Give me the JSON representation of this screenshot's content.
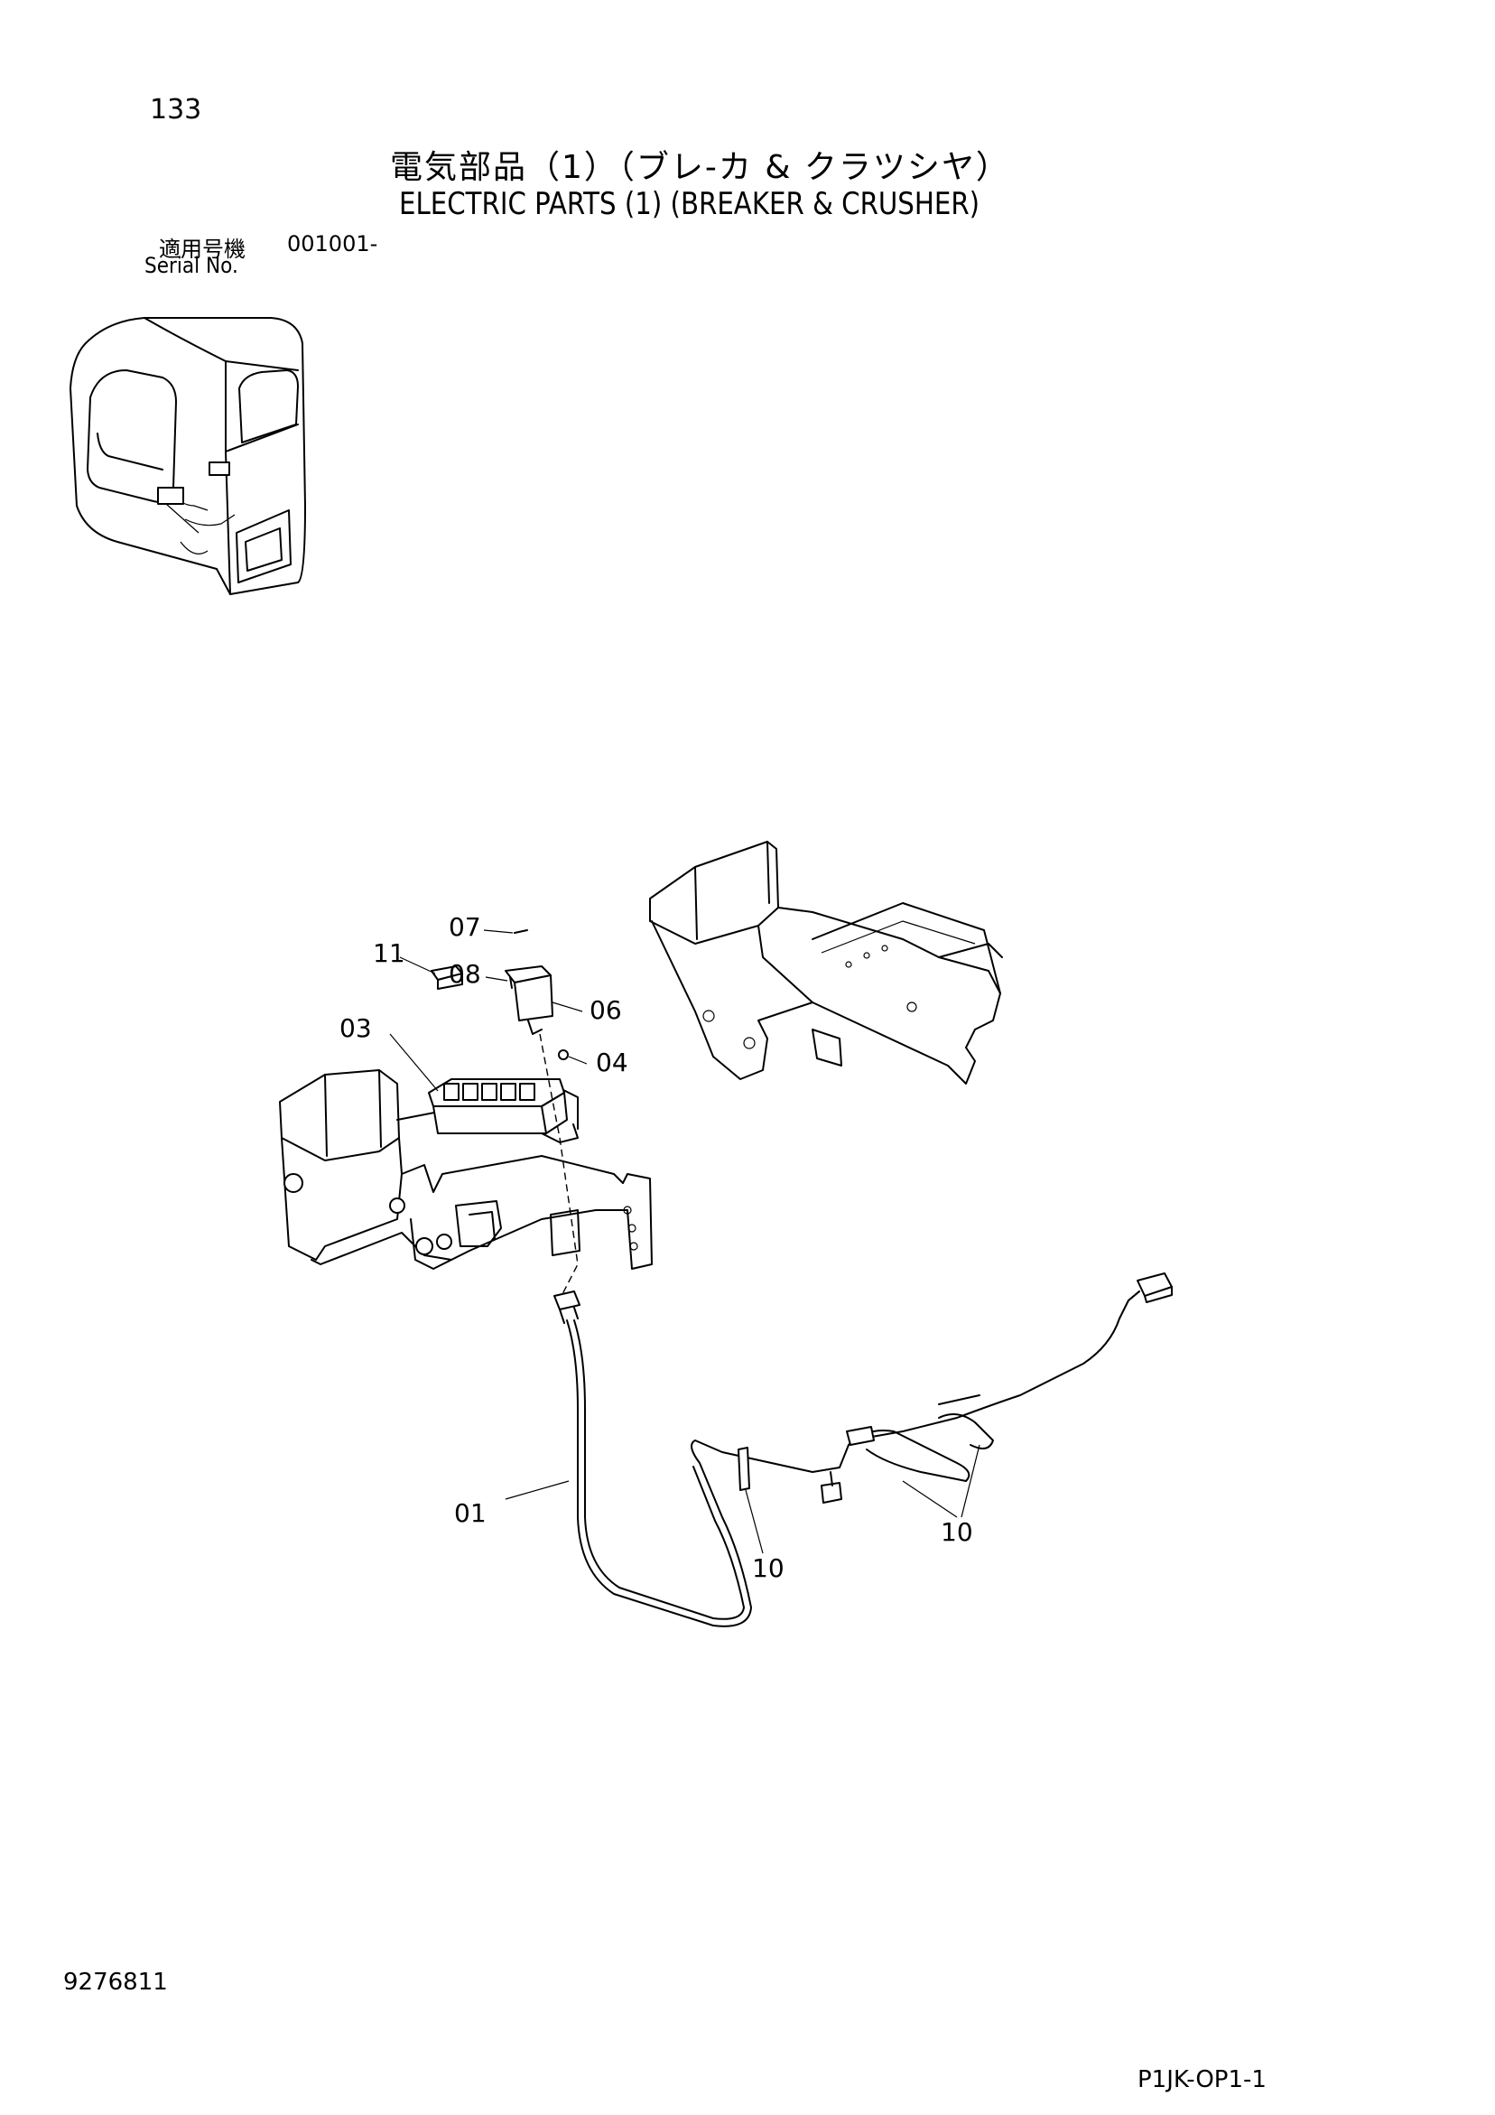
{
  "page_number": "133",
  "title_jp": "電気部品（1）（ブレ-カ & クラツシヤ）",
  "title_en": "ELECTRIC PARTS (1) (BREAKER & CRUSHER)",
  "serial": {
    "label_jp": "適用号機",
    "value": "001001-",
    "label_en": "Serial No."
  },
  "callouts": {
    "c01": "01",
    "c03": "03",
    "c04": "04",
    "c06": "06",
    "c07": "07",
    "c08": "08",
    "c10a": "10",
    "c10b": "10",
    "c11": "11"
  },
  "doc_number": "9276811",
  "sheet_code": "P1JK-OP1-1"
}
